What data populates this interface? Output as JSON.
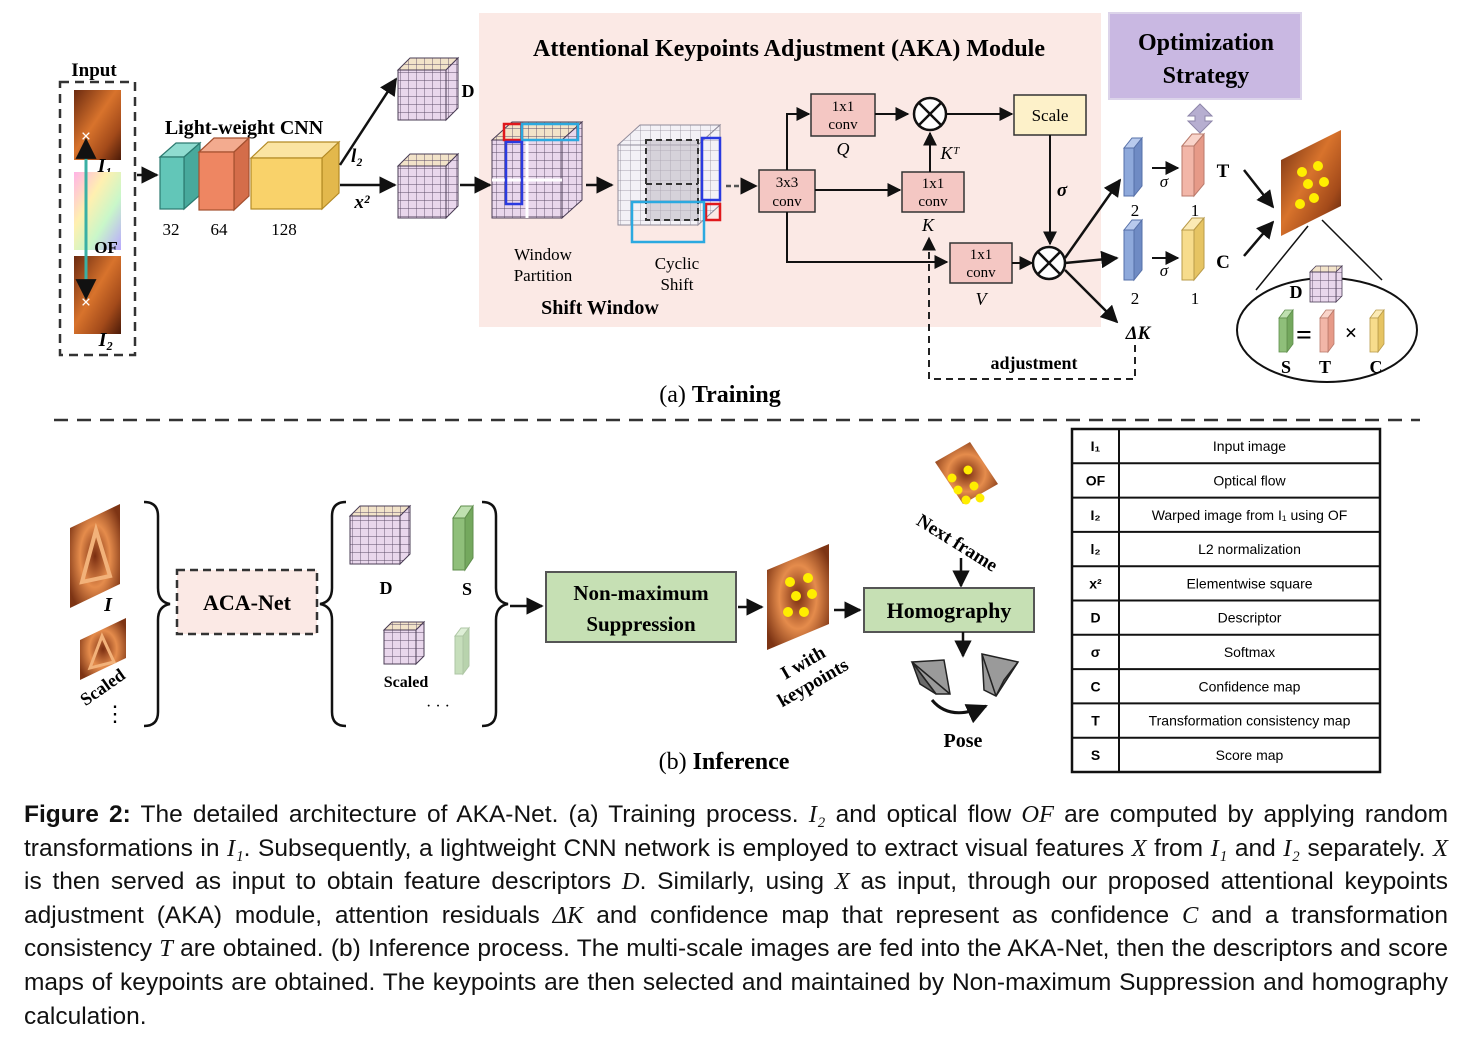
{
  "training": {
    "input_label": "Input",
    "i1_label": "I₁",
    "of_label": "OF",
    "i2_label": "I₂",
    "cnn_title": "Light-weight CNN",
    "cnn_channels": [
      "32",
      "64",
      "128"
    ],
    "l2_label": "l₂",
    "x2_label": "x²",
    "d_label": "D",
    "aka_title": "Attentional Keypoints Adjustment (AKA) Module",
    "window_partition_line1": "Window",
    "window_partition_line2": "Partition",
    "cyclic_shift_line1": "Cyclic",
    "cyclic_shift_line2": "Shift",
    "shift_window_label": "Shift Window",
    "conv3x3_line1": "3x3",
    "conv3x3_line2": "conv",
    "conv_q_line1": "1x1",
    "conv_q_line2": "conv",
    "q_label": "Q",
    "conv_k_line1": "1x1",
    "conv_k_line2": "conv",
    "k_label": "K",
    "kt_label": "Kᵀ",
    "conv_v_line1": "1x1",
    "conv_v_line2": "conv",
    "v_label": "V",
    "scale_label": "Scale",
    "sigma_bold": "σ",
    "sigma_t": "σ",
    "sigma_c": "σ",
    "ch2_top": "2",
    "ch2_bot": "2",
    "ch1_top": "1",
    "ch1_bot": "1",
    "t_label": "T",
    "c_label": "C",
    "delta_k_label": "ΔK",
    "adjustment_label": "adjustment",
    "opt_line1": "Optimization",
    "opt_line2": "Strategy",
    "eq_d": "D",
    "eq_s": "S",
    "eq_t": "T",
    "eq_c": "C",
    "eq_equals": "=",
    "eq_times": "×",
    "caption_prefix": "(a) ",
    "caption_bold": "Training"
  },
  "inference": {
    "i_label": "I",
    "scaled_label": "Scaled",
    "dots": "⋮",
    "net_label": "ACA-Net",
    "d_label": "D",
    "s_label": "S",
    "scaled_label2": "Scaled",
    "ellipsis": "· · ·",
    "nms_line1": "Non-maximum",
    "nms_line2": "Suppression",
    "kp_line1": "I with",
    "kp_line2": "keypoints",
    "next_frame": "Next frame",
    "homography": "Homography",
    "pose": "Pose",
    "caption_prefix": "(b) ",
    "caption_bold": "Inference"
  },
  "legend": [
    {
      "symbol": "I₁",
      "meaning": "Input image"
    },
    {
      "symbol": "OF",
      "meaning": "Optical flow"
    },
    {
      "symbol": "I₂",
      "meaning": "Warped image from I₁ using OF"
    },
    {
      "symbol": "l₂",
      "meaning": "L2 normalization"
    },
    {
      "symbol": "x²",
      "meaning": "Elementwise square"
    },
    {
      "symbol": "D",
      "meaning": "Descriptor"
    },
    {
      "symbol": "σ",
      "meaning": "Softmax"
    },
    {
      "symbol": "C",
      "meaning": "Confidence map"
    },
    {
      "symbol": "T",
      "meaning": "Transformation consistency map"
    },
    {
      "symbol": "S",
      "meaning": "Score map"
    }
  ],
  "caption": {
    "label": "Figure 2:",
    "seg1": " The detailed architecture of AKA-Net. (a) Training process. ",
    "i2": "I₂",
    "seg2": " and optical flow ",
    "of": "OF",
    "seg3": " are computed by applying random transformations in ",
    "i1a": "I₁",
    "seg4": ". Subsequently, a lightweight CNN network is employed to extract visual features ",
    "xa": "X",
    "seg5": " from ",
    "i1b": "I₁",
    "seg6": " and ",
    "i2b": "I₂",
    "seg7": " separately. ",
    "xb": "X",
    "seg8": " is then served as input to obtain feature descriptors ",
    "d": "D",
    "seg9": ". Similarly, using ",
    "xc": "X",
    "seg10": " as input, through our proposed attentional keypoints adjustment (AKA) module, attention residuals ",
    "dk": "ΔK",
    "seg11": " and confidence map that represent as confidence ",
    "c": "C",
    "seg12": " and a transformation consistency ",
    "t": "T",
    "seg13": " are obtained. (b) Inference process. The multi-scale images are fed into the AKA-Net, then the descriptors and score maps of keypoints are obtained. The keypoints are then selected and maintained by Non-maximum Suppression and homography calculation."
  },
  "colors": {
    "aka_bg": "#fbe9e5",
    "conv_box": "#f4c7c3",
    "opt_box": "#c9b8e2",
    "nms_box": "#c6e0b4",
    "teal": "#62c6b8",
    "orange": "#ee8662",
    "yellow": "#f9d26a",
    "blue_bar": "#8ea9db",
    "pink_bar": "#f2b6a8",
    "yellow_bar": "#f7dc8c",
    "green_bar": "#8fbf7a",
    "keypoint": "#ffee00"
  }
}
